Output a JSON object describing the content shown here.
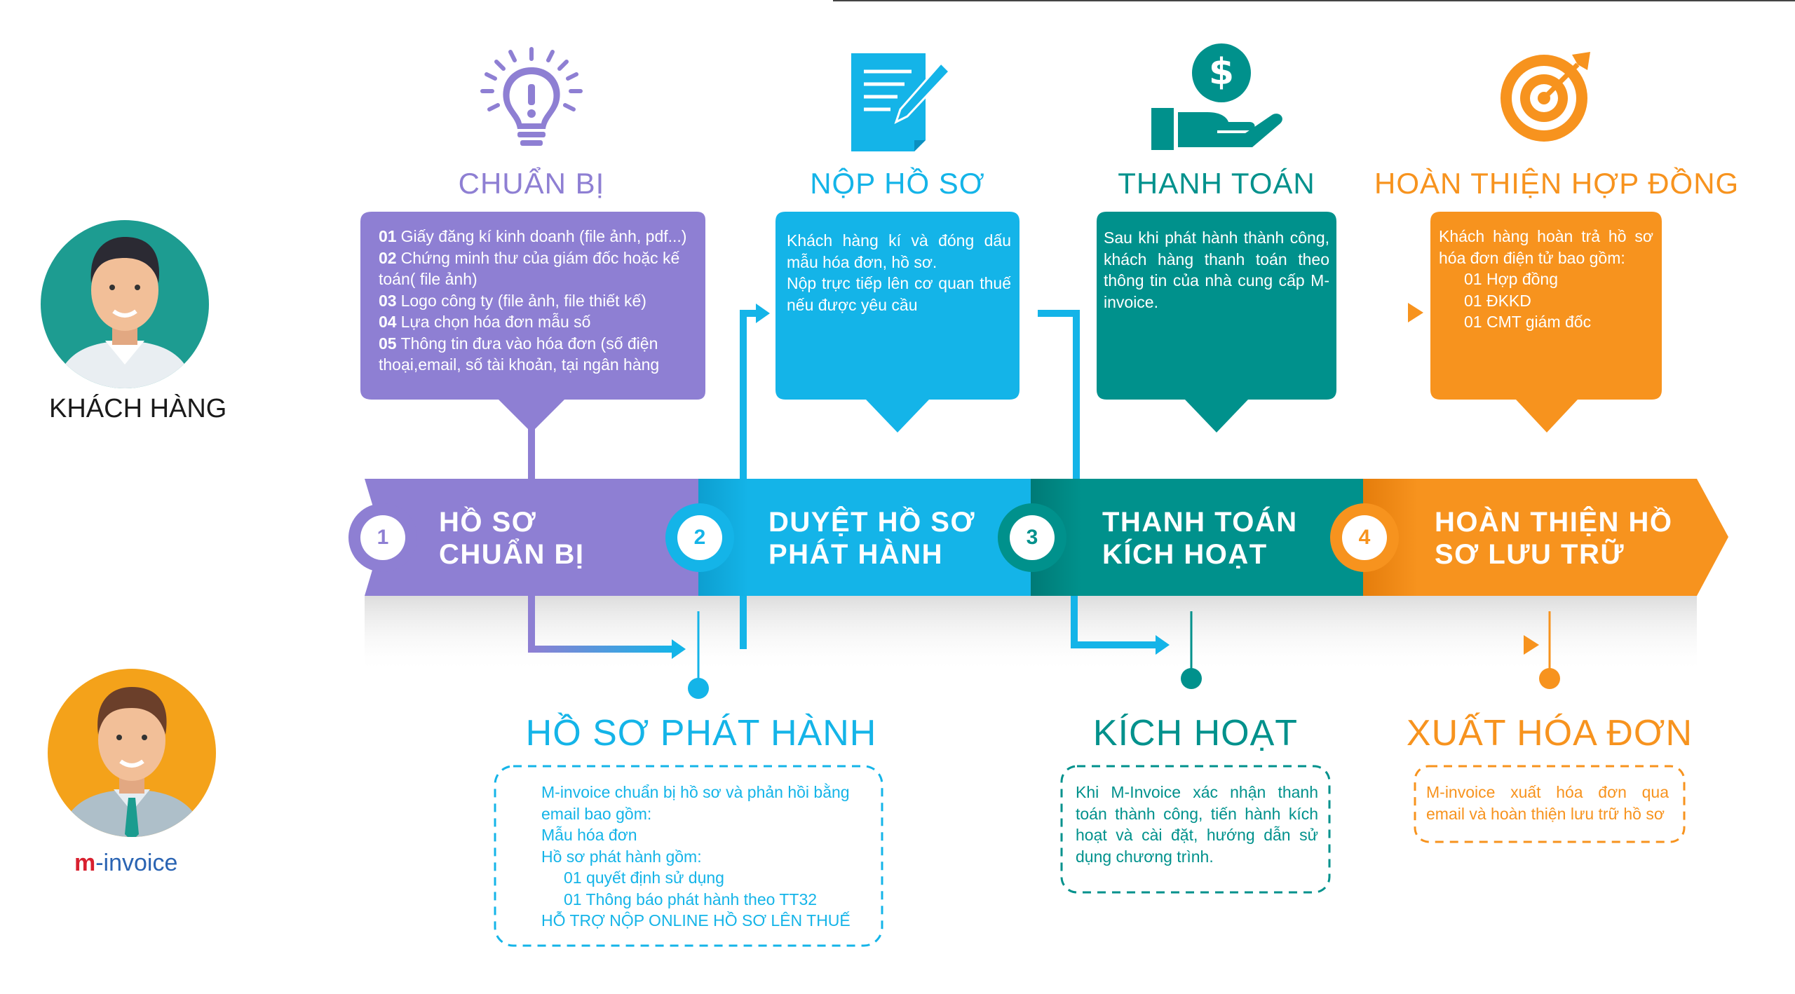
{
  "colors": {
    "purple": "#8e7fd3",
    "blue": "#14b4e8",
    "teal": "#00918c",
    "orange": "#f7931e",
    "avatar_customer_bg": "#1d9c91",
    "avatar_provider_bg": "#f4a21a"
  },
  "roles": {
    "customer": "KHÁCH HÀNG",
    "provider_prefix": "m",
    "provider_suffix": "-invoice"
  },
  "top_steps": [
    {
      "icon": "lightbulb-icon",
      "title": "CHUẨN BỊ",
      "items": [
        {
          "num": "01",
          "text": "Giấy đăng kí kinh doanh (file ảnh, pdf...)"
        },
        {
          "num": "02",
          "text": "Chứng minh thư của giám đốc hoặc kế toán( file ảnh)"
        },
        {
          "num": "03",
          "text": "Logo công ty (file ảnh, file thiết kế)"
        },
        {
          "num": "04",
          "text": "Lựa chọn hóa đơn mẫu số"
        },
        {
          "num": "05",
          "text": "Thông tin đưa vào hóa đơn (số điện thoại,email, số tài khoản, tại ngân hàng"
        }
      ]
    },
    {
      "icon": "document-pen-icon",
      "title": "NỘP HỒ SƠ",
      "lines": [
        "Khách hàng kí và đóng dấu mẫu hóa đơn, hồ sơ.",
        "Nộp trực tiếp lên cơ quan thuế nếu được yêu cầu"
      ]
    },
    {
      "icon": "hand-money-icon",
      "title": "THANH TOÁN",
      "lines": [
        "Sau khi phát hành thành công, khách hàng thanh toán theo thông tin của nhà cung cấp M-invoice."
      ]
    },
    {
      "icon": "target-icon",
      "title": "HOÀN THIỆN HỢP ĐỒNG",
      "lines": [
        "Khách hàng hoàn trả hồ sơ hóa đơn điện tử bao gồm:",
        "01 Hợp đồng",
        "01 ĐKKD",
        "01 CMT giám đốc"
      ]
    }
  ],
  "stages": [
    {
      "num": "1",
      "line1": "HỒ SƠ",
      "line2": "CHUẨN BỊ"
    },
    {
      "num": "2",
      "line1": "DUYỆT HỒ SƠ",
      "line2": "PHÁT HÀNH"
    },
    {
      "num": "3",
      "line1": "THANH TOÁN",
      "line2": "KÍCH HOẠT"
    },
    {
      "num": "4",
      "line1": "HOÀN THIỆN HỒ",
      "line2": "SƠ LƯU TRỮ"
    }
  ],
  "bottom_steps": [
    {
      "title": "HỒ SƠ PHÁT HÀNH",
      "lines": [
        "M-invoice chuẩn bị hồ sơ và phản hồi bằng email bao gồm:",
        "Mẫu hóa đơn",
        "Hồ sơ phát hành gồm:",
        "01 quyết định sử dụng",
        "01 Thông báo phát hành theo TT32",
        "HỖ TRỢ NỘP ONLINE HỒ SƠ LÊN THUẾ"
      ]
    },
    {
      "title": "KÍCH HOẠT",
      "lines": [
        "Khi M-Invoice xác nhận thanh toán thành công, tiến hành kích hoạt và cài đặt, hướng dẫn sử dụng chương trình."
      ]
    },
    {
      "title": "XUẤT HÓA ĐƠN",
      "lines": [
        "M-invoice xuất hóa đơn qua email và hoàn thiện lưu trữ hồ sơ"
      ]
    }
  ]
}
